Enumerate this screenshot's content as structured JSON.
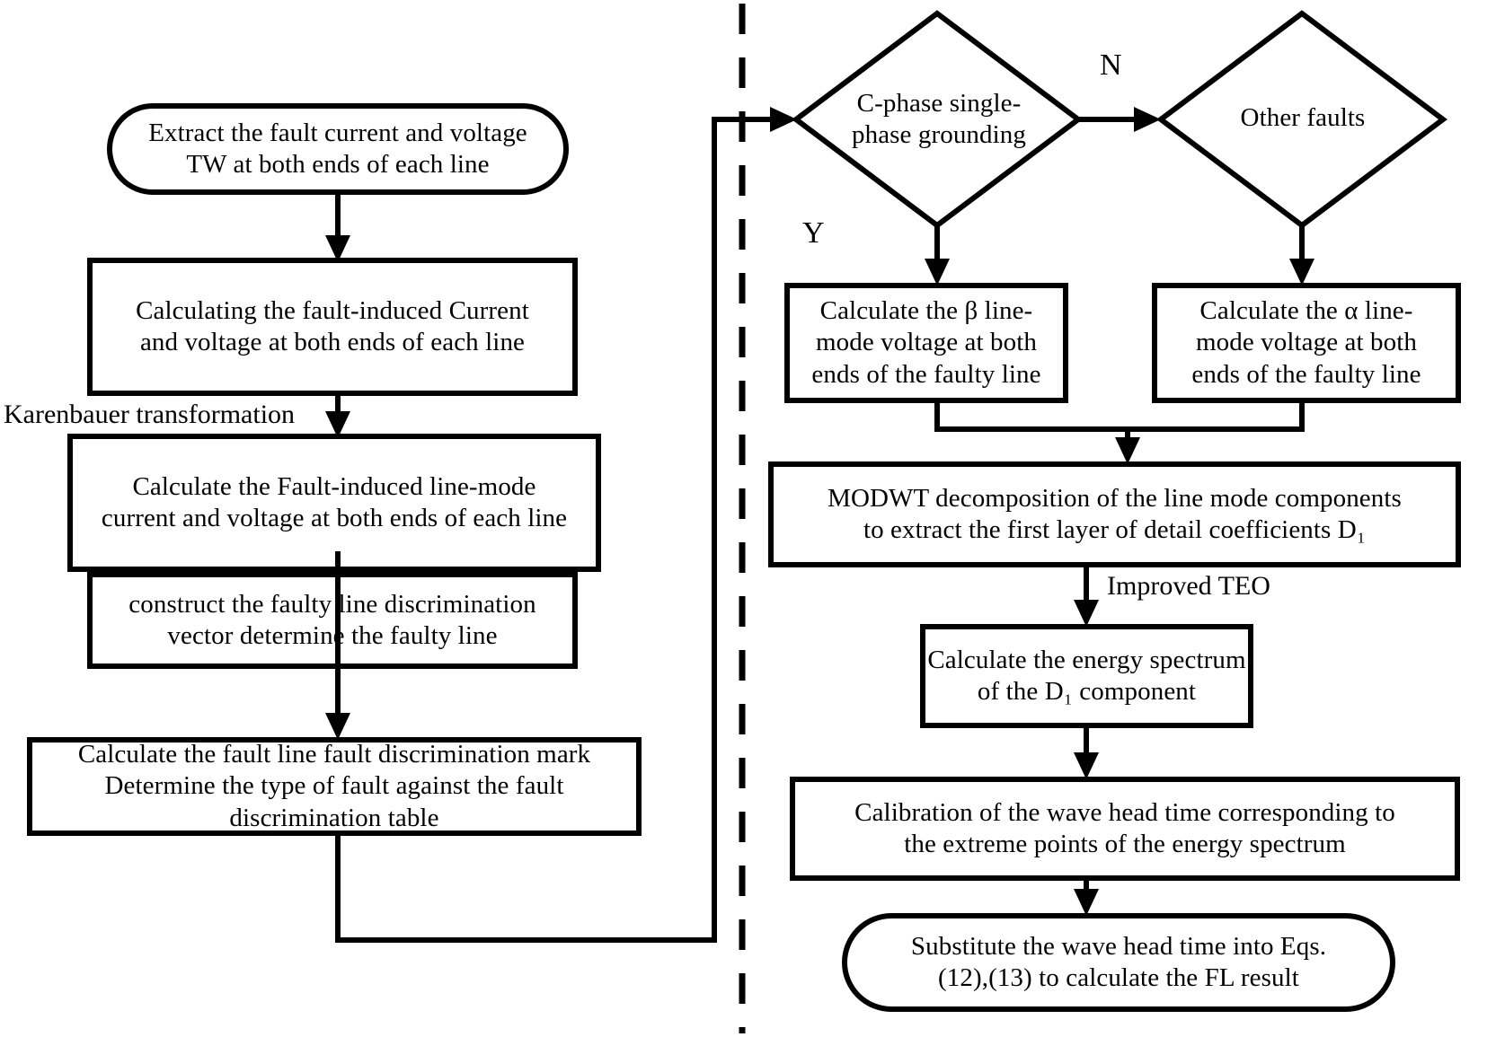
{
  "diagram": {
    "title": "Traveling-wave fault location flowchart",
    "divider": "vertical-dashed-separator",
    "stroke_color": "#000000",
    "background_color": "#ffffff"
  },
  "left_column": {
    "nodes": [
      {
        "id": "extract-tw",
        "shape": "terminator",
        "text": "Extract the fault current and voltage\nTW at both ends of each line"
      },
      {
        "id": "calc-fault-induced",
        "shape": "process",
        "text": "Calculating the fault-induced Current\nand voltage at both ends of each line"
      },
      {
        "id": "calc-line-mode",
        "shape": "process",
        "text": "Calculate the Fault-induced line-mode\ncurrent and voltage at both ends of each line"
      },
      {
        "id": "construct-vector",
        "shape": "process",
        "text": "construct the faulty line discrimination\nvector determine the faulty line"
      },
      {
        "id": "fault-type",
        "shape": "process",
        "text": "Calculate the fault line fault discrimination mark\nDetermine the type of fault against the fault\ndiscrimination table"
      }
    ],
    "edge_labels": [
      {
        "id": "karenbauer",
        "text": "Karenbauer transformation"
      }
    ]
  },
  "right_column": {
    "nodes": [
      {
        "id": "c-phase-decision",
        "shape": "decision",
        "text": "C-phase single-\nphase grounding"
      },
      {
        "id": "other-faults-decision",
        "shape": "decision",
        "text": "Other faults"
      },
      {
        "id": "beta-line-mode",
        "shape": "process",
        "text": "Calculate the β line-\nmode voltage at both\nends of the faulty line"
      },
      {
        "id": "alpha-line-mode",
        "shape": "process",
        "text": "Calculate the α line-\nmode voltage at both\nends of the faulty line"
      },
      {
        "id": "modwt",
        "shape": "process",
        "text": "MODWT decomposition of the line mode components\nto extract the first layer of detail coefficients D₁"
      },
      {
        "id": "energy-spectrum",
        "shape": "process",
        "text": "Calculate the energy spectrum\nof the D₁ component"
      },
      {
        "id": "calibration",
        "shape": "process",
        "text": "Calibration of the wave head time corresponding to\nthe extreme points of the energy spectrum"
      },
      {
        "id": "substitute-eqs",
        "shape": "terminator",
        "text": "Substitute the wave head time into Eqs.\n(12),(13) to calculate the FL result"
      }
    ],
    "edge_labels": [
      {
        "id": "branch-yes",
        "text": "Y"
      },
      {
        "id": "branch-no",
        "text": "N"
      },
      {
        "id": "improved-teo",
        "text": "Improved TEO"
      }
    ]
  }
}
